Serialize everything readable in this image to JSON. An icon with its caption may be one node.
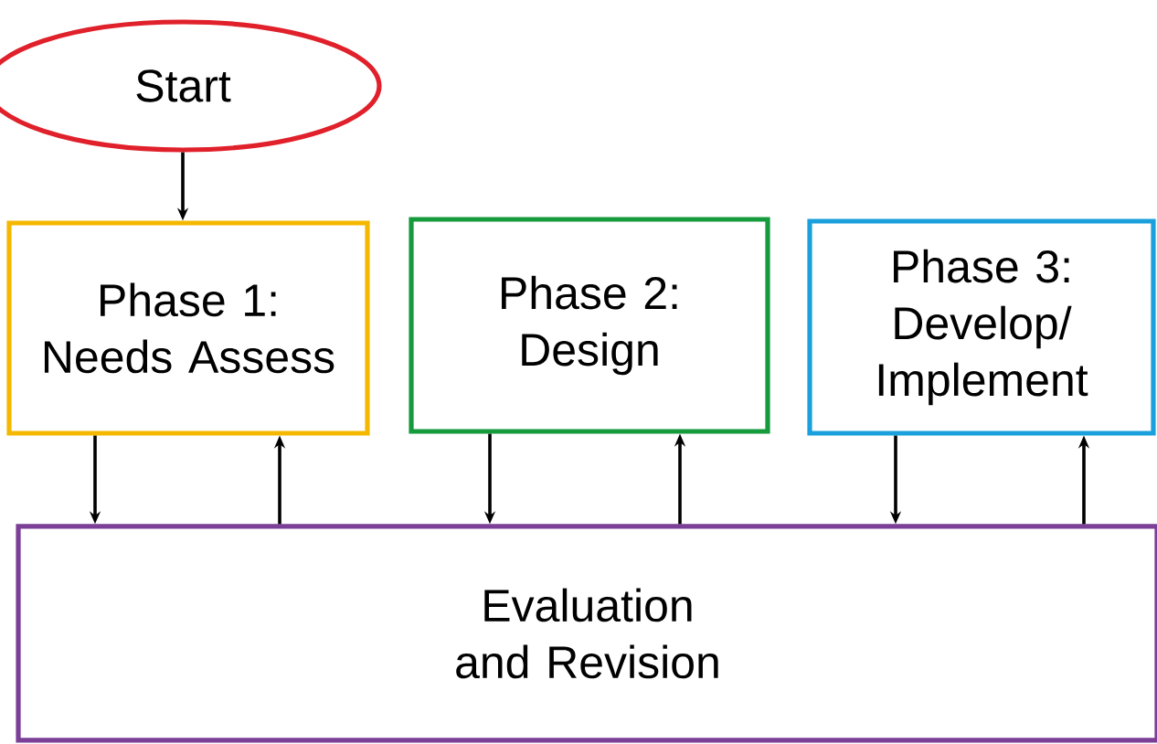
{
  "diagram": {
    "nodes": [
      {
        "text": [
          "Start"
        ]
      },
      {
        "text": [
          "Phase 1: Needs Assess"
        ]
      },
      {
        "text": [
          "Phase 2: Design"
        ]
      },
      {
        "text": [
          "Phase 3: Develop/ Implement"
        ]
      },
      {
        "text": [
          "Evaluation and Revision"
        ]
      }
    ],
    "edges": [
      {
        "from": 0,
        "to": 1,
        "arrow": "to"
      },
      {
        "from": 1,
        "to": 4,
        "arrow": "to"
      },
      {
        "from": 4,
        "to": 1,
        "arrow": "to"
      },
      {
        "from": 2,
        "to": 4,
        "arrow": "to"
      },
      {
        "from": 4,
        "to": 2,
        "arrow": "to"
      },
      {
        "from": 3,
        "to": 4,
        "arrow": "to"
      },
      {
        "from": 4,
        "to": 3,
        "arrow": "to"
      }
    ]
  }
}
